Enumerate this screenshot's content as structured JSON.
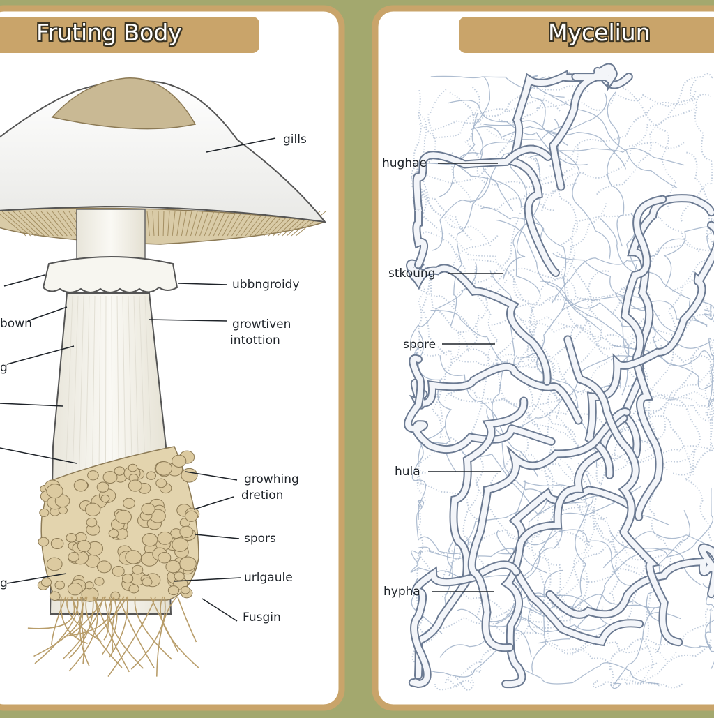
{
  "panels": {
    "fruiting_body": {
      "title": "Fruting Body",
      "labels": {
        "gills": "gills",
        "ubbngroidy": "ubbngroidy",
        "growtiven": "growtiven",
        "intottion": "intottion",
        "growhing": "growhing",
        "dretion": "dretion",
        "spors": "spors",
        "urlgaule": "urlgaule",
        "fusgin": "Fusgin",
        "left_bown": "bown",
        "left_g1": "g",
        "left_g2": "g"
      }
    },
    "mycelium": {
      "title": "Myceliun",
      "labels": {
        "hughae": "hughae",
        "stkoung": "stkoung",
        "spore": "spore",
        "hula": "hula",
        "hypha": "hypha"
      }
    }
  },
  "colors": {
    "background": "#a3a86e",
    "panel_border": "#c9a46a",
    "title_banner": "#c9a46a",
    "cap_top": "#c9b994",
    "cap": "#f2f2f0",
    "gills": "#cfc09a",
    "stem": "#f4f2ea",
    "volva": "#dccaa0",
    "hyphae": "#9fb0c8"
  }
}
